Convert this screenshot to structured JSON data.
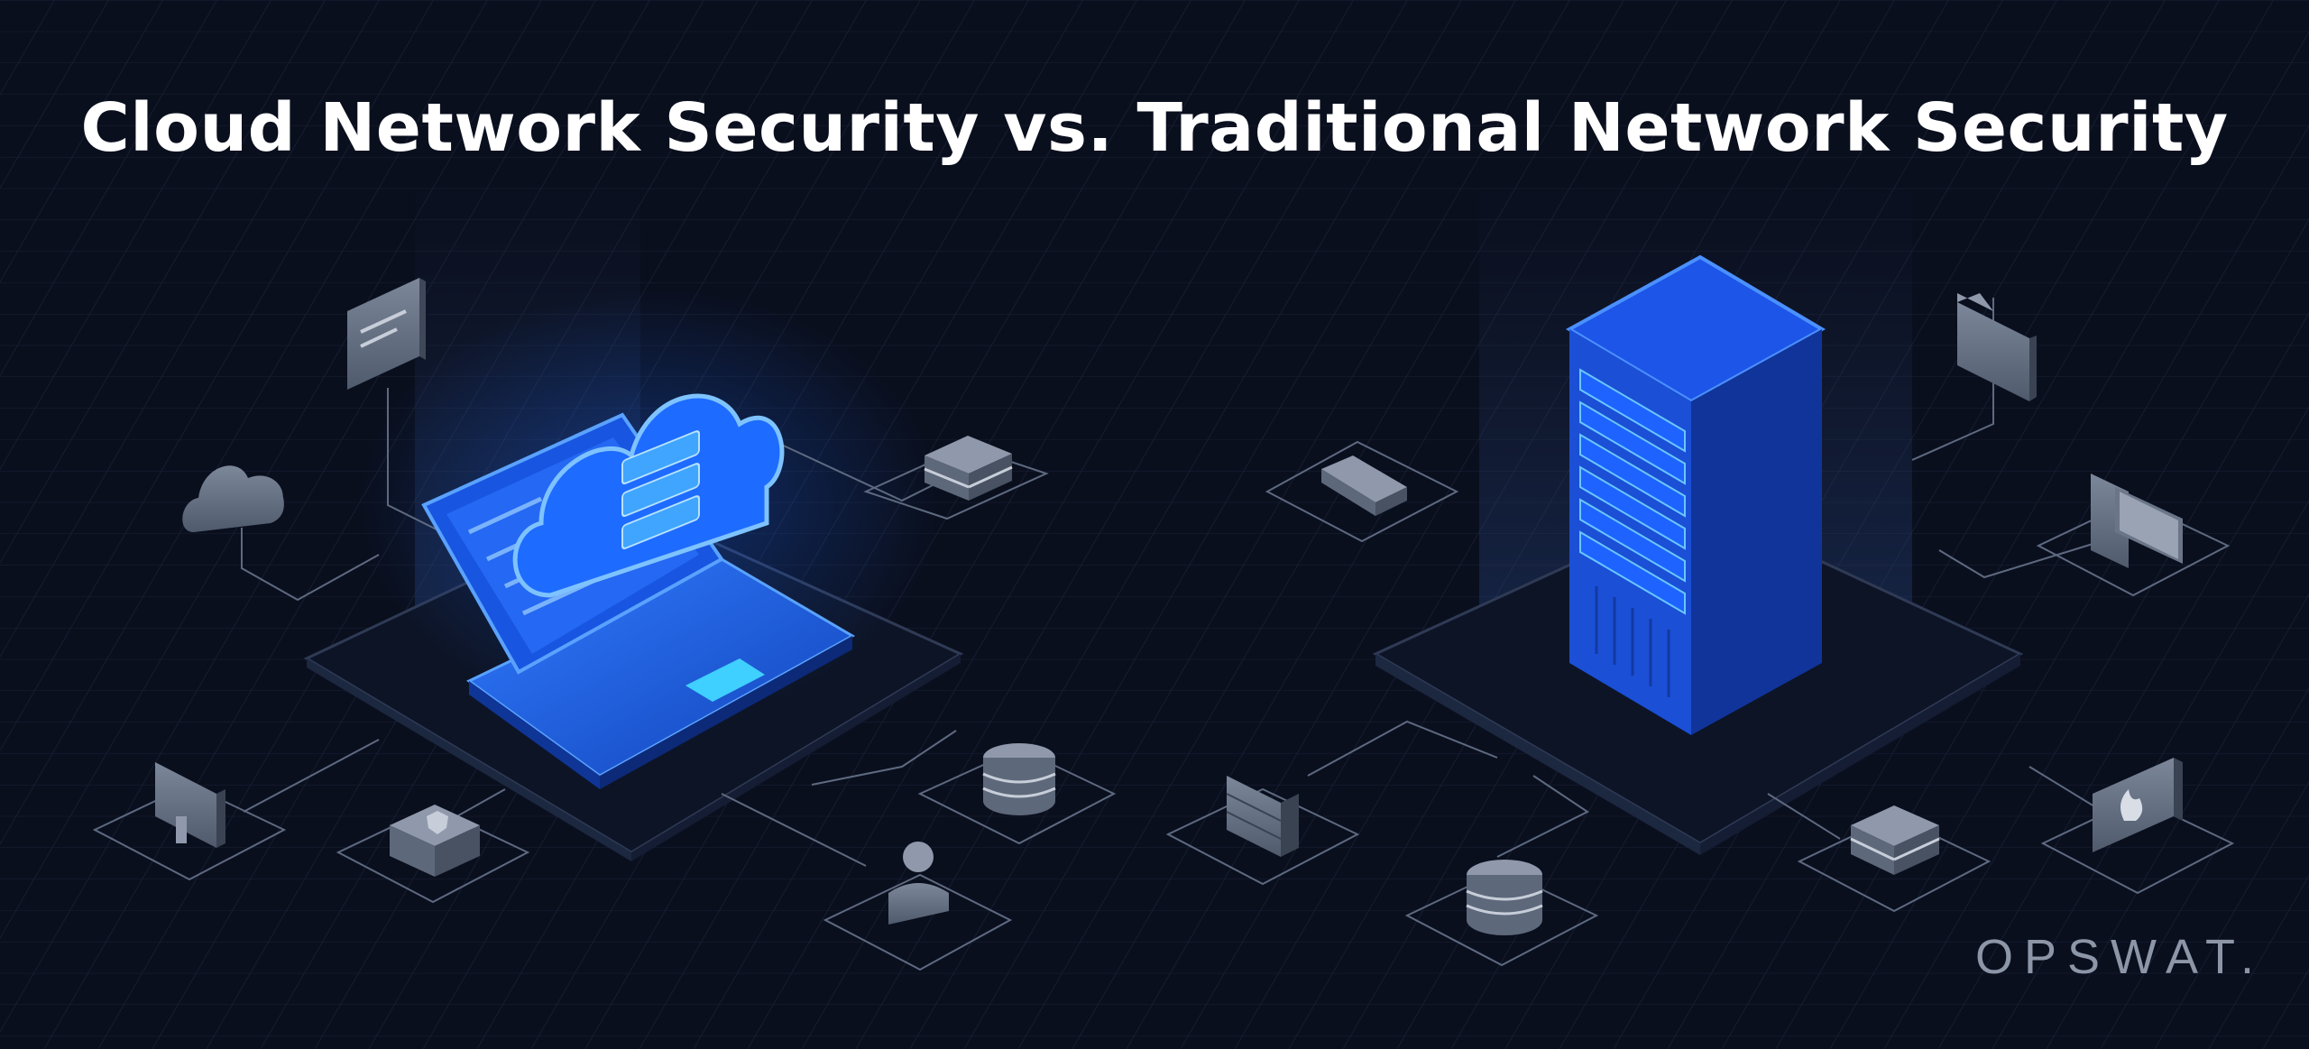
{
  "title": "Cloud Network Security vs. Traditional Network Security",
  "brand": "OPSWAT.",
  "colors": {
    "background": "#0a0f1e",
    "accent": "#1e6bff",
    "glow": "#3fb6ff",
    "icon_gray": "#6a7587"
  },
  "scenes": [
    {
      "name": "cloud-network",
      "device": "laptop-cloud-icon"
    },
    {
      "name": "traditional-network",
      "device": "server-rack-icon"
    }
  ]
}
